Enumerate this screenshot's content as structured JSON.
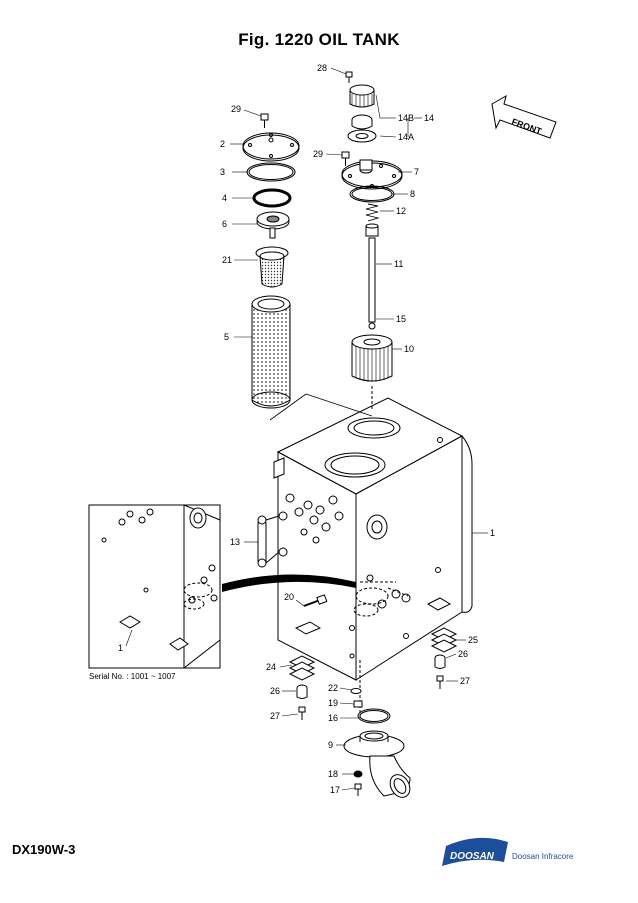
{
  "figure": {
    "title": "Fig. 1220 OIL TANK",
    "model": "DX190W-3",
    "serial_note": "Serial No. : 1001 ~ 1007",
    "front_label": "FRONT",
    "brand": {
      "logo_text": "DOOSAN",
      "company": "Doosan Infracore",
      "color": "#1d4e9b"
    }
  },
  "callouts": [
    "28",
    "29",
    "14B",
    "14",
    "14A",
    "2",
    "29",
    "7",
    "3",
    "8",
    "4",
    "12",
    "6",
    "21",
    "11",
    "5",
    "15",
    "10",
    "1",
    "13",
    "20",
    "25",
    "26",
    "24",
    "1",
    "22",
    "27",
    "26",
    "19",
    "27",
    "16",
    "9",
    "18",
    "17"
  ]
}
